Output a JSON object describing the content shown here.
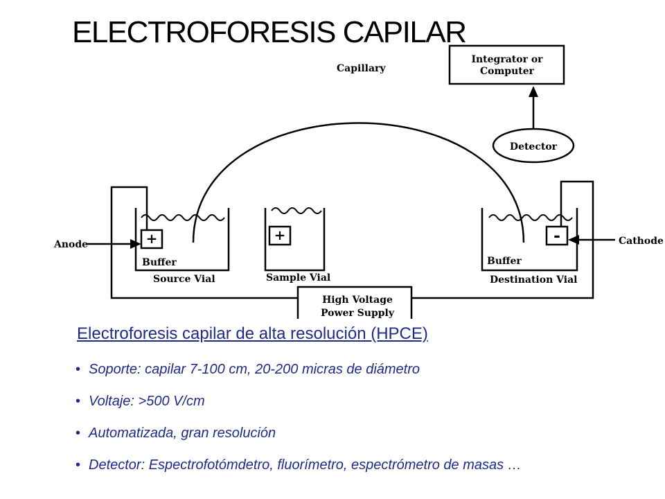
{
  "title": "ELECTROFORESIS CAPILAR",
  "diagram": {
    "capillary": "Capillary",
    "integrator_line1": "Integrator or",
    "integrator_line2": "Computer",
    "detector": "Detector",
    "anode": "Anode",
    "cathode": "Cathode",
    "source_buffer": "Buffer",
    "source_vial": "Source Vial",
    "sample_vial": "Sample Vial",
    "dest_buffer": "Buffer",
    "dest_vial": "Destination Vial",
    "power_line1": "High Voltage",
    "power_line2": "Power Supply",
    "plus_sign": "+",
    "minus_sign": "-"
  },
  "subtitle": "Electroforesis capilar de alta resolución (HPCE)",
  "bullet_char": "•",
  "bullets": [
    "Soporte:  capilar 7-100 cm, 20-200 micras de diámetro",
    "Voltaje: >500 V/cm",
    "Automatizada, gran resolución",
    "Detector: Espectrofotómdetro, fluorímetro, espectrómetro de masas …"
  ]
}
